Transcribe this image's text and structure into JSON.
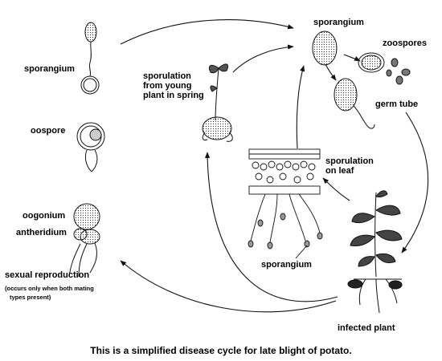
{
  "labels": {
    "sporangium_left": "sporangium",
    "oospore": "oospore",
    "oogonium": "oogonium",
    "antheridium": "antheridium",
    "sexual_reproduction": "sexual reproduction",
    "sexual_note_line1": "(occurs only when both mating",
    "sexual_note_line2": "types present)",
    "sporulation_spring_line1": "sporulation",
    "sporulation_spring_line2": "from  young",
    "sporulation_spring_line3": "plant in spring",
    "sporangium_top": "sporangium",
    "zoospores": "zoospores",
    "germ_tube": "germ tube",
    "sporulation_leaf_line1": "sporulation",
    "sporulation_leaf_line2": "on leaf",
    "sporangium_leaf": "sporangium",
    "infected_plant": "infected  plant"
  },
  "caption": "This is a simplified disease cycle for late blight of potato."
}
